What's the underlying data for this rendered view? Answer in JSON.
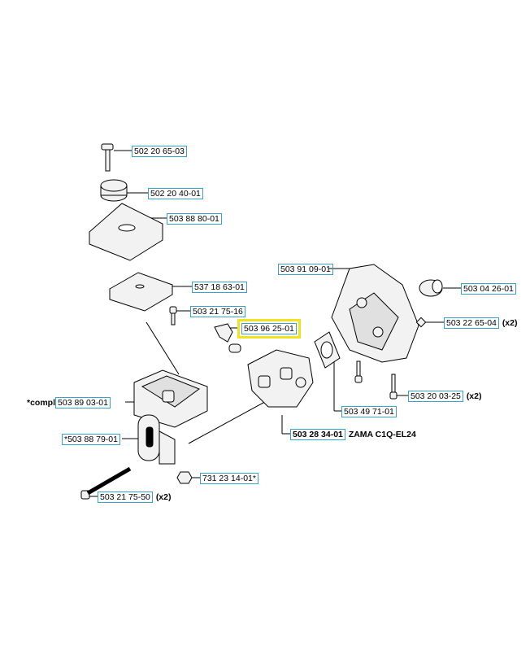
{
  "colors": {
    "leader": "#000000",
    "label_box": "#34a4c8",
    "highlight": "#f3e31a",
    "part_fill": "#f2f2f2"
  },
  "labels": [
    {
      "id": "bolt_top",
      "part": "502 20 65-03"
    },
    {
      "id": "knob",
      "part": "502 20 40-01"
    },
    {
      "id": "filter_cover",
      "part": "503 88 80-01"
    },
    {
      "id": "filter",
      "part": "537 18 63-01"
    },
    {
      "id": "screw_small",
      "part": "503 21 75-16"
    },
    {
      "id": "bracket",
      "part": "503 96 25-01",
      "highlighted": true
    },
    {
      "id": "air_box",
      "prefix": "*compl",
      "part": "503 89 03-01"
    },
    {
      "id": "choke",
      "part": "*503 88 79-01"
    },
    {
      "id": "nut",
      "part": "731 23 14-01*"
    },
    {
      "id": "long_bolt",
      "part": "503 21 75-50",
      "suffix": "(x2)"
    },
    {
      "id": "shroud",
      "part": "503 91 09-01"
    },
    {
      "id": "grommet",
      "part": "503 04 26-01"
    },
    {
      "id": "clip",
      "part": "503 22 65-04",
      "suffix": "(x2)"
    },
    {
      "id": "screw_shroud",
      "part": "503 20 03-25",
      "suffix": "(x2)"
    },
    {
      "id": "gasket",
      "part": "503 49 71-01"
    },
    {
      "id": "carburetor",
      "part": "503 28 34-01",
      "suffix": "ZAMA C1Q-EL24"
    }
  ]
}
